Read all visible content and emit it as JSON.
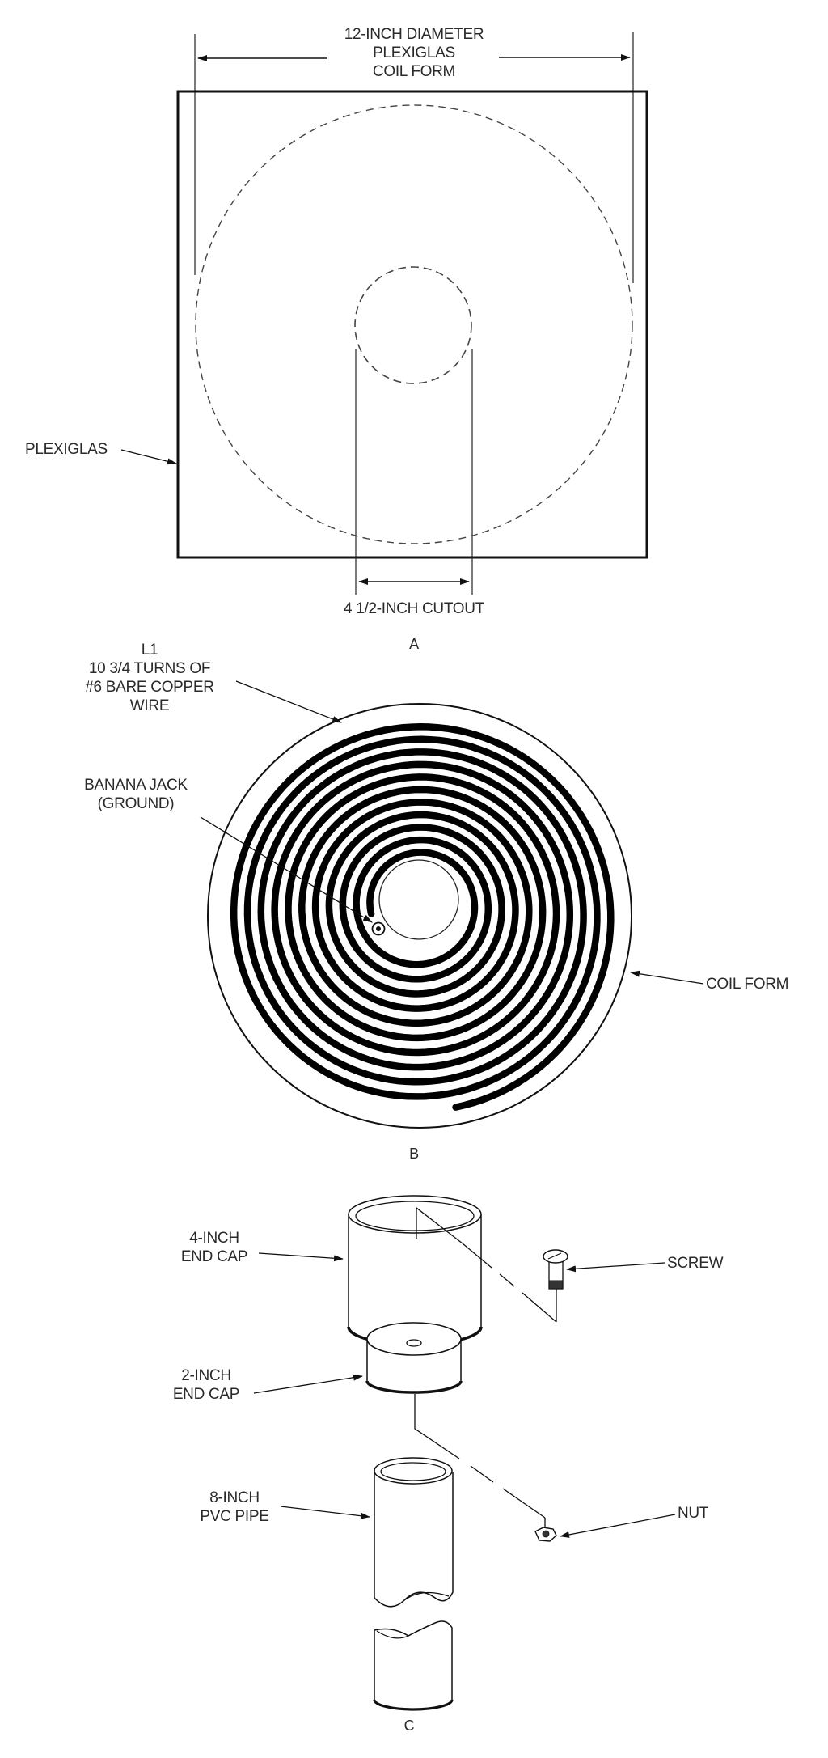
{
  "figure": {
    "part_a": {
      "caption": "A",
      "dimension_label": [
        "12-INCH DIAMETER",
        "PLEXIGLAS",
        "COIL FORM"
      ],
      "plexiglas_label": "PLEXIGLAS",
      "cutout_label": "4 1/2-INCH CUTOUT"
    },
    "part_b": {
      "caption": "B",
      "coil_label": [
        "L1",
        "10 3/4 TURNS OF",
        "#6 BARE COPPER",
        "WIRE"
      ],
      "jack_label": [
        "BANANA JACK",
        "(GROUND)"
      ],
      "coil_form_label": "COIL FORM",
      "turns": 10.75
    },
    "part_c": {
      "caption": "C",
      "cap4_label": [
        "4-INCH",
        "END CAP"
      ],
      "cap2_label": [
        "2-INCH",
        "END CAP"
      ],
      "pipe_label": [
        "8-INCH",
        "PVC PIPE"
      ],
      "screw_label": "SCREW",
      "nut_label": "NUT"
    }
  }
}
